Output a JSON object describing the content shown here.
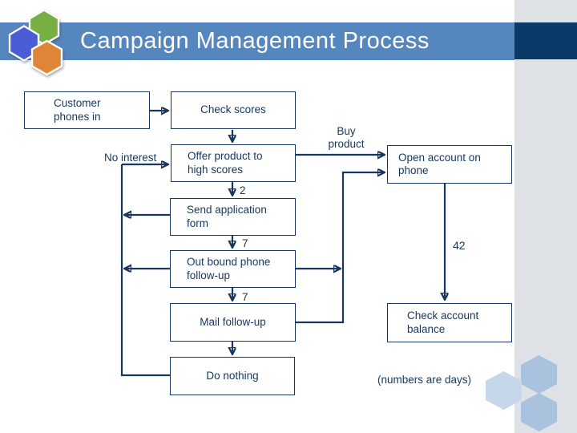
{
  "slide": {
    "title": "Campaign Management Process"
  },
  "flowchart": {
    "boxes": {
      "customer": "Customer\nphones in",
      "check_scores": "Check scores",
      "offer": "Offer product to\nhigh scores",
      "open_account": "Open account on\nphone",
      "send_application": "Send application\nform",
      "outbound": "Out bound phone\nfollow-up",
      "mail": "Mail follow-up",
      "check_balance": "Check account\nbalance",
      "do_nothing": "Do nothing"
    },
    "edge_labels": {
      "no_interest": "No interest",
      "buy_product": "Buy\nproduct",
      "days_send_application": "2",
      "days_outbound": "7",
      "days_mail": "7",
      "days_check_balance": "42"
    },
    "footnote": "(numbers are days)"
  },
  "colors": {
    "header_bar_blue": "#5586bd",
    "navy_block": "#0b3a68",
    "diagram_navy": "#17375e",
    "side_strip_gray": "#dee2e7",
    "logo_green": "#76b043",
    "logo_blue": "#4a5cd6",
    "logo_orange": "#df8537",
    "deco_hex_blue": "#a9c2dd",
    "deco_hex_light_blue": "#c6d7ea"
  }
}
